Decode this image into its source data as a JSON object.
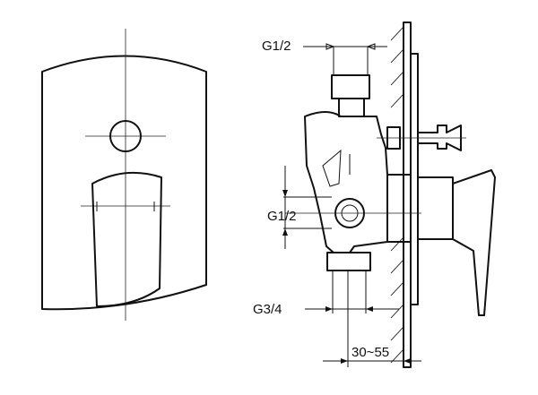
{
  "dimensions": {
    "top_inlet": "G1/2",
    "side_port": "G1/2",
    "bottom_outlet": "G3/4",
    "wall_depth": "30~55"
  }
}
